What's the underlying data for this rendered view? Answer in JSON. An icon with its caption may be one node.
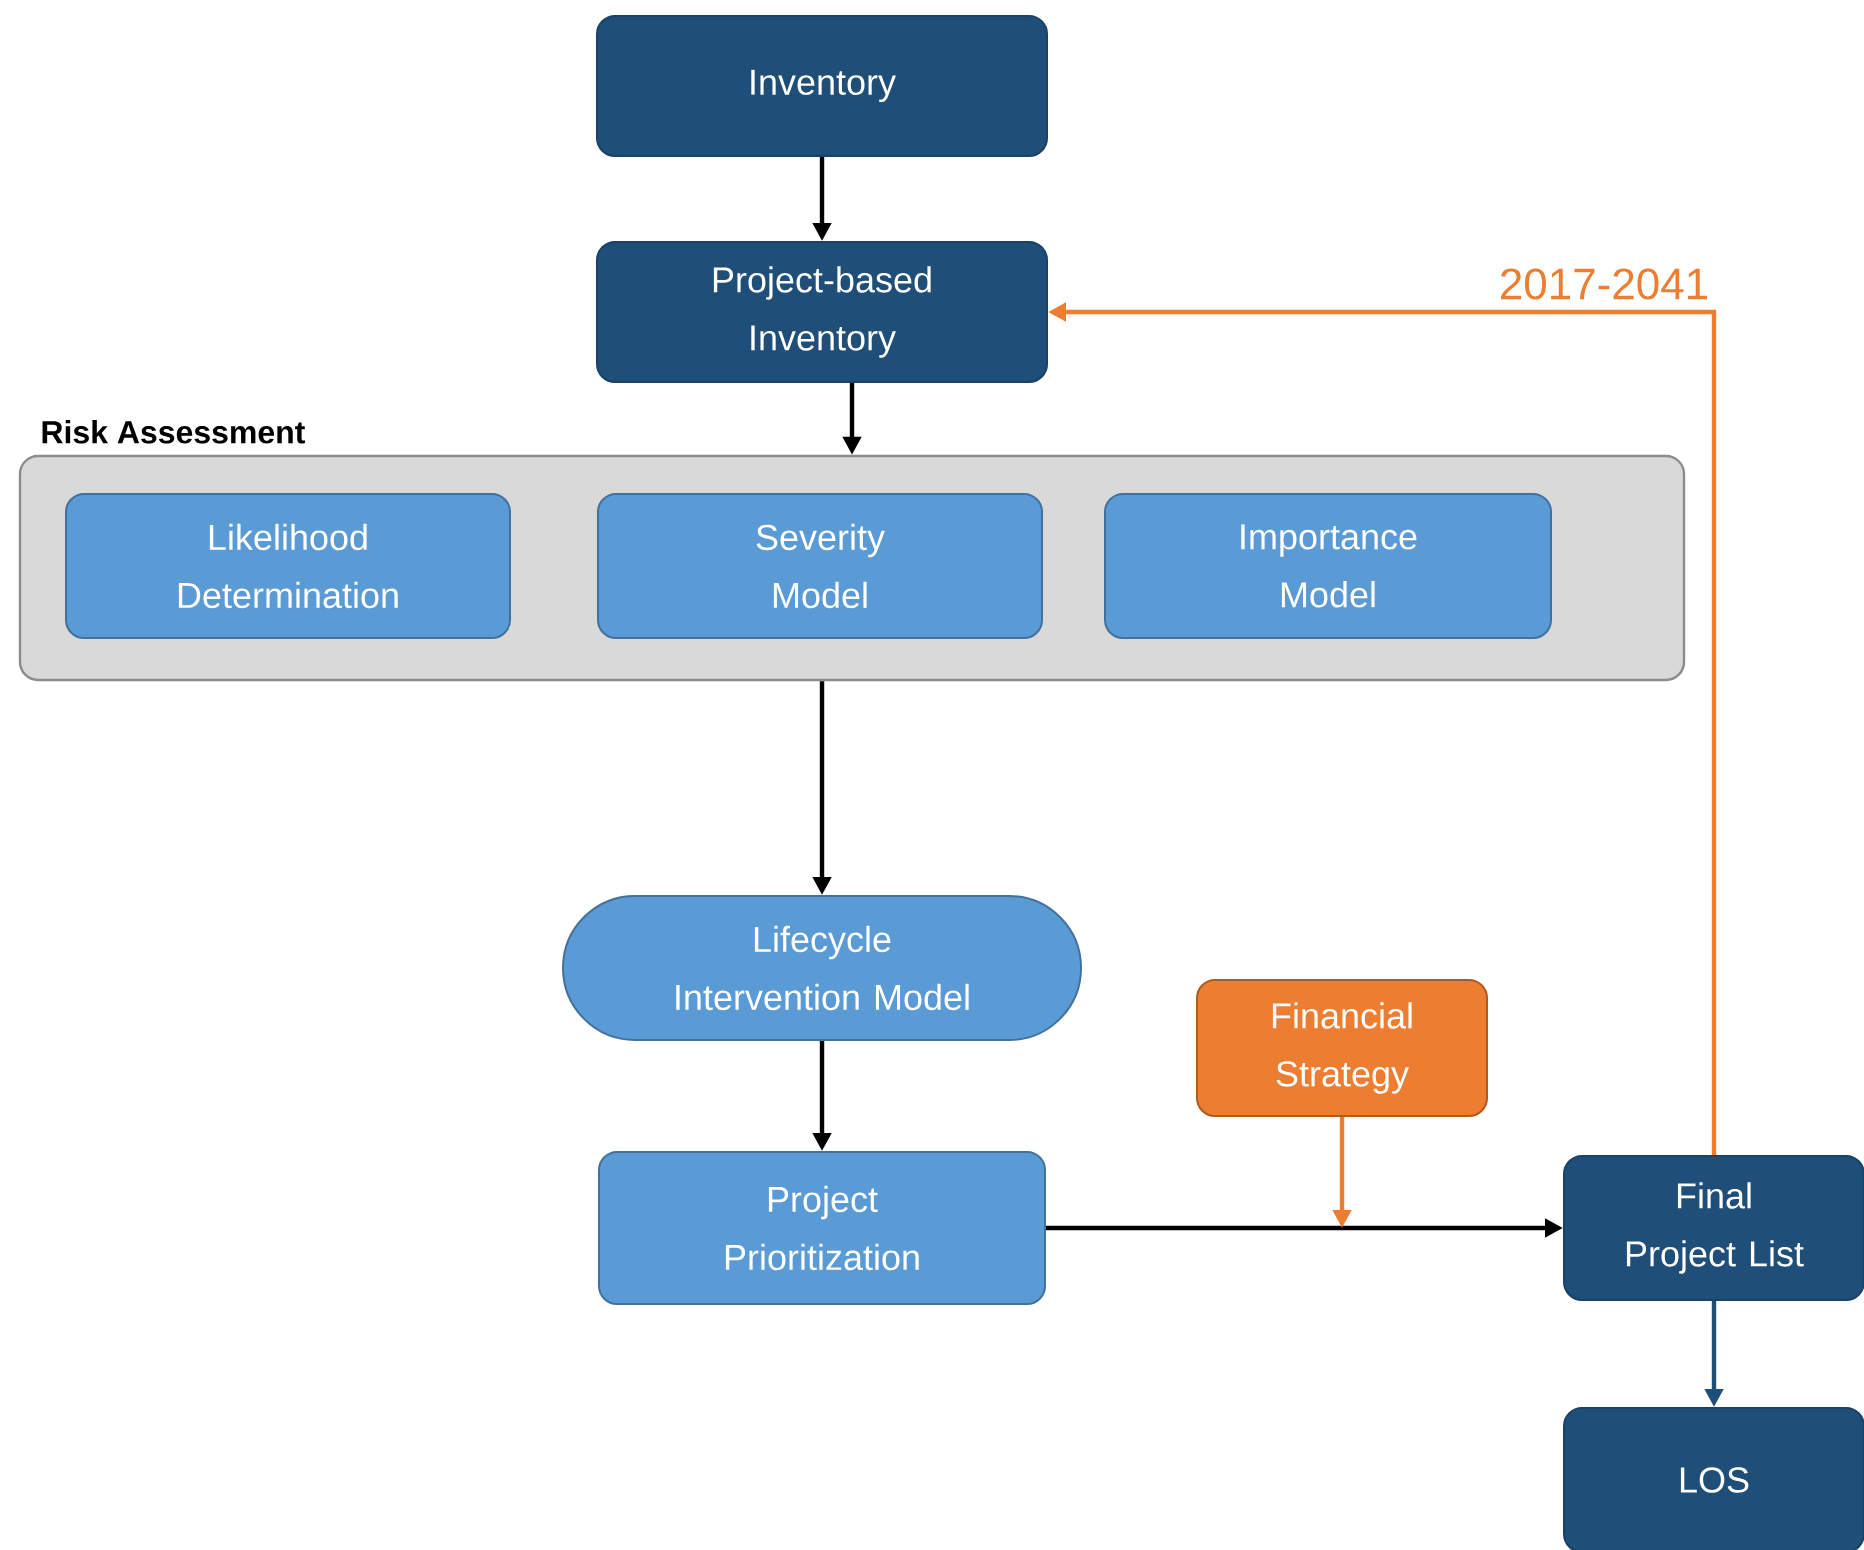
{
  "diagram": {
    "nodes": [
      {
        "text": [
          "Inventory"
        ]
      },
      {
        "text": [
          "Project-based Inventory"
        ]
      },
      {
        "text": [
          "Risk Assessment"
        ]
      },
      {
        "text": [
          "Likelihood Determination"
        ],
        "in": 2
      },
      {
        "text": [
          "Severity Model"
        ],
        "in": 2
      },
      {
        "text": [
          "Importance Model"
        ],
        "in": 2
      },
      {
        "text": [
          "Lifecycle Intervention Model"
        ]
      },
      {
        "text": [
          "Financial Strategy"
        ]
      },
      {
        "text": [
          "Project Prioritization"
        ]
      },
      {
        "text": [
          "Final Project List"
        ]
      },
      {
        "text": [
          "LOS"
        ]
      }
    ],
    "edges": [
      {
        "from": 0,
        "to": 1,
        "arrow": "to"
      },
      {
        "from": 1,
        "to": 2,
        "arrow": "to"
      },
      {
        "from": 2,
        "to": 6,
        "arrow": "to"
      },
      {
        "from": 6,
        "to": 8,
        "arrow": "to"
      },
      {
        "from": 8,
        "to": 9,
        "arrow": "to"
      },
      {
        "from": 7,
        "to": null,
        "arrow": "to",
        "color": "#ed7d31"
      },
      {
        "from": 9,
        "to": 1,
        "arrow": "to",
        "label": "2017-2041",
        "color": "#ed7d31"
      },
      {
        "from": 9,
        "to": 10,
        "arrow": "to",
        "color": "#1f4e79"
      }
    ]
  }
}
